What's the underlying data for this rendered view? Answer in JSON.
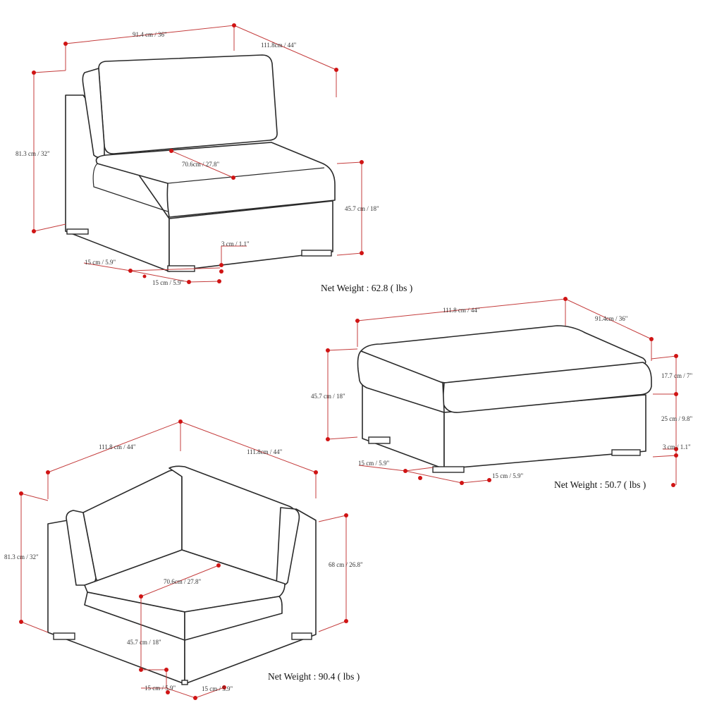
{
  "armless_chair": {
    "width": "91.4 cm / 36\"",
    "depth": "111.8cm / 44\"",
    "height": "81.3 cm / 32\"",
    "seat_depth": "70.6cm / 27.8\"",
    "seat_height": "45.7 cm / 18\"",
    "leg_height": "3 cm / 1.1\"",
    "leg_length": "15 cm / 5.9\"",
    "leg_width": "15 cm / 5.9\"",
    "net_weight": "Net Weight : 62.8 ( lbs )"
  },
  "ottoman": {
    "length": "111.8 cm / 44\"",
    "width": "91.4cm / 36\"",
    "height": "45.7 cm / 18\"",
    "cushion_height": "17.7 cm / 7\"",
    "base_height": "25 cm / 9.8\"",
    "leg_height": "3 cm / 1.1\"",
    "leg_length": "15 cm / 5.9\"",
    "leg_width": "15 cm / 5.9\"",
    "net_weight": "Net Weight : 50.7 ( lbs )"
  },
  "corner_chair": {
    "left_width": "111.8 cm / 44\"",
    "right_width": "111.8cm / 44\"",
    "height": "81.3 cm / 32\"",
    "arm_height": "68 cm / 26.8\"",
    "seat_depth": "70.6cm / 27.8\"",
    "seat_height": "45.7 cm / 18\"",
    "leg_length": "15 cm / 5.9\"",
    "leg_width": "15 cm / 5.9\"",
    "net_weight": "Net Weight : 90.4 ( lbs )"
  },
  "colors": {
    "dimension_line": "#c43c3c",
    "dimension_dot": "#d01414",
    "outline": "#2a2a2a"
  }
}
